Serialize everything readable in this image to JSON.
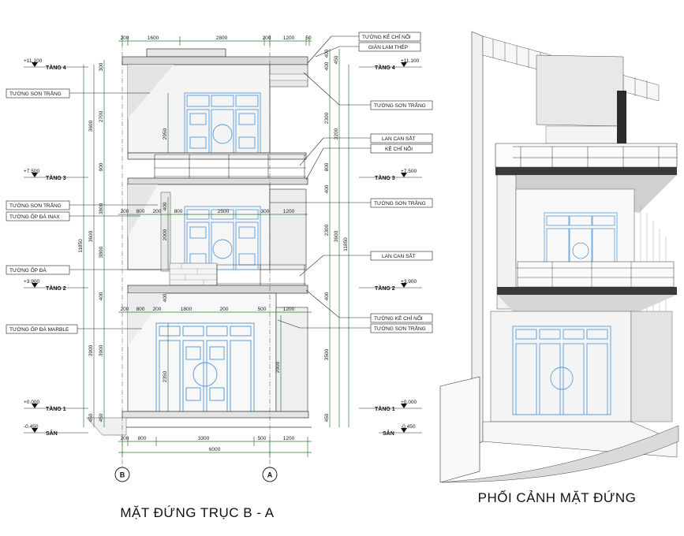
{
  "captions": {
    "elevation": "MẶT ĐỨNG TRỤC B - A",
    "perspective": "PHỐI CẢNH MẶT ĐỨNG"
  },
  "axes": {
    "left": "B",
    "right": "A"
  },
  "levels": [
    {
      "elev": "+11.100",
      "name": "TẦNG 4"
    },
    {
      "elev": "+7.500",
      "name": "TẦNG 3"
    },
    {
      "elev": "+3.900",
      "name": "TẦNG 2"
    },
    {
      "elev": "+0.000",
      "name": "TẦNG 1"
    },
    {
      "elev": "-0.450",
      "name": "SÂN"
    }
  ],
  "left_labels": [
    "TƯỜNG SƠN TRẮNG",
    "TƯỜNG SƠN TRẮNG",
    "TƯỜNG ỐP ĐÁ INAX",
    "TƯỜNG ỐP ĐÁ",
    "TƯỜNG ỐP ĐÁ MARBLE"
  ],
  "right_labels": [
    "TƯỜNG KẺ CHỈ NỔI",
    "GIÀN LAM THÉP",
    "TƯỜNG SƠN TRẮNG",
    "LAN CAN SẮT",
    "KẺ CHỈ NỔI",
    "TƯỜNG SƠN TRẮNG",
    "LAN CAN SẮT",
    "TƯỜNG KẺ CHỈ NỔI",
    "TƯỜNG SƠN TRẮNG"
  ],
  "dims": {
    "top": [
      "200",
      "1600",
      "2800",
      "200",
      "1200",
      "50"
    ],
    "mid": [
      "200",
      "800",
      "200",
      "800",
      "2500",
      "300",
      "1200"
    ],
    "low": [
      "200",
      "800",
      "200",
      "1800",
      "200",
      "500",
      "1200"
    ],
    "bottom": [
      "200",
      "800",
      "3300",
      "500",
      "1200"
    ],
    "total_width": "6000",
    "left_outer": "11850",
    "left_a": [
      "3600",
      "3600",
      "3900",
      "450"
    ],
    "left_b": [
      "300",
      "2700",
      "900",
      "3800",
      "3800",
      "400",
      "3900",
      "450"
    ],
    "right_a": [
      "400",
      "400",
      "450",
      "2300",
      "3200",
      "800",
      "400",
      "2300",
      "3600",
      "400",
      "3500",
      "450"
    ],
    "right_outer": "11850",
    "inner": [
      "2950",
      "400",
      "2000",
      "2350",
      "400",
      "2900"
    ]
  }
}
